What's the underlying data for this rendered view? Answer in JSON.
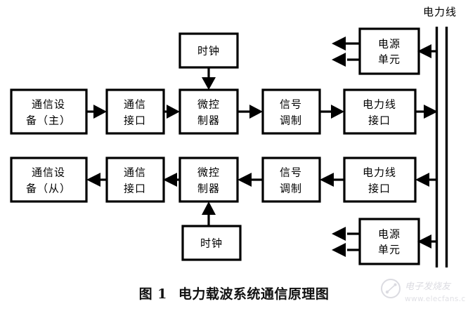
{
  "figure": {
    "caption_number": "图 1",
    "caption_text": "电力载波系统通信原理图",
    "power_line_label": "电力线"
  },
  "blocks": {
    "master_device": "通信设\n备（主）",
    "master_device_line1": "通信设",
    "master_device_line2": "备（主）",
    "master_comm_interface_line1": "通信",
    "master_comm_interface_line2": "接口",
    "master_mcu_line1": "微控",
    "master_mcu_line2": "制器",
    "master_clock": "时钟",
    "master_signal_mod_line1": "信号",
    "master_signal_mod_line2": "调制",
    "master_pl_interface_line1": "电力线",
    "master_pl_interface_line2": "接口",
    "master_power_unit_line1": "电源",
    "master_power_unit_line2": "单元",
    "slave_device_line1": "通信设",
    "slave_device_line2": "备（从）",
    "slave_comm_interface_line1": "通信",
    "slave_comm_interface_line2": "接口",
    "slave_mcu_line1": "微控",
    "slave_mcu_line2": "制器",
    "slave_clock": "时钟",
    "slave_signal_mod_line1": "信号",
    "slave_signal_mod_line2": "调制",
    "slave_pl_interface_line1": "电力线",
    "slave_pl_interface_line2": "接口",
    "slave_power_unit_line1": "电源",
    "slave_power_unit_line2": "单元"
  },
  "watermark": {
    "brand": "电子发烧友",
    "url": "www.elecfans.com"
  },
  "colors": {
    "stroke": "#000000",
    "background": "#ffffff",
    "text": "#000000"
  }
}
